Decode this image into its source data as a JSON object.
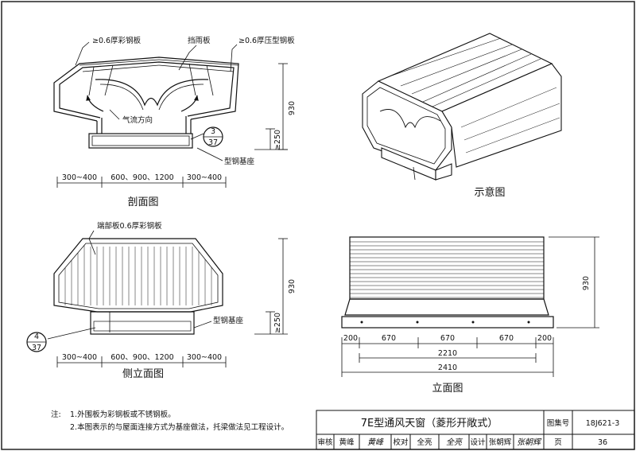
{
  "views": {
    "section": {
      "title": "剖面图",
      "label_steel_sheet": "≥0.6厚彩钢板",
      "label_rain_board": "挡雨板",
      "label_pressed_sheet": "≥0.6厚压型钢板",
      "label_airflow": "气流方向",
      "label_base": "型钢基座",
      "ref_top": "3",
      "ref_bottom": "37",
      "dim_height": "930",
      "dim_base": "≥250",
      "dim_left": "300~400",
      "dim_mid": "600、900、1200",
      "dim_right": "300~400"
    },
    "schematic": {
      "title": "示意图"
    },
    "side": {
      "title": "侧立面图",
      "label_end_plate": "端部板0.6厚彩钢板",
      "label_base": "型钢基座",
      "ref_top": "4",
      "ref_bottom": "37",
      "dim_height": "930",
      "dim_base": "≥250",
      "dim_left": "300~400",
      "dim_mid": "600、900、1200",
      "dim_right": "300~400"
    },
    "elevation": {
      "title": "立面图",
      "dim_height": "930",
      "seg_1": "200",
      "seg_2": "670",
      "seg_3": "670",
      "seg_4": "670",
      "seg_5": "200",
      "total_inner": "2210",
      "total_outer": "2410"
    }
  },
  "notes": {
    "title": "注:",
    "line1": "1.外围板为彩钢板或不锈钢板。",
    "line2": "2.本图表示的与屋面连接方式为基座做法，托梁做法见工程设计。"
  },
  "title_block": {
    "title": "7E型通风天窗（菱形开敞式）",
    "atlas_label": "图集号",
    "atlas_no": "18J621-3",
    "review_label": "审核",
    "review_name": "黄峰",
    "review_sign": "黄峰",
    "check_label": "校对",
    "check_name": "全亮",
    "check_sign": "全亮",
    "design_label": "设计",
    "design_name": "张朝辉",
    "design_sign": "张朝辉",
    "page_label": "页",
    "page_no": "36"
  }
}
